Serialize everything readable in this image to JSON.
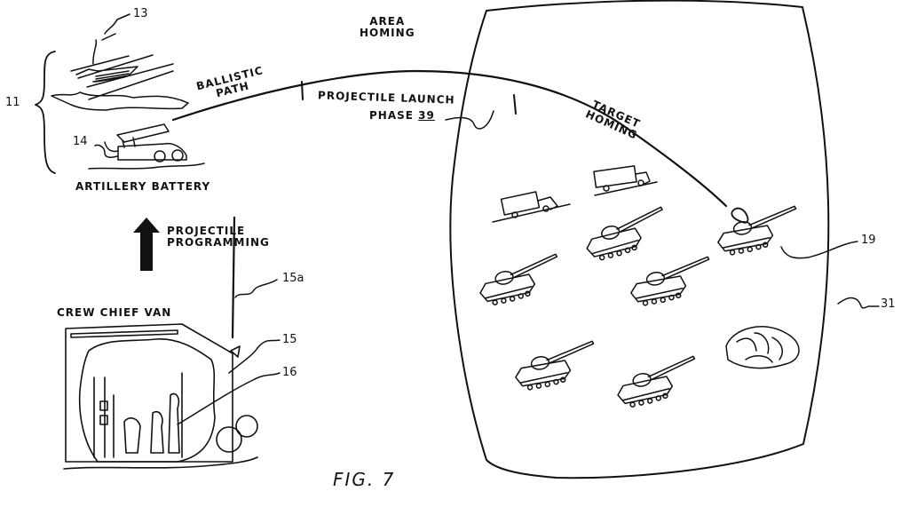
{
  "figure": {
    "caption": "FIG. 7",
    "type": "patent-drawing",
    "ink_color": "#111111",
    "paper_color": "#ffffff"
  },
  "labels": {
    "ballistic_path": [
      "BALLISTIC",
      "PATH"
    ],
    "area_homing": [
      "AREA",
      "HOMING"
    ],
    "projectile_launch": "PROJECTILE LAUNCH",
    "phase_prefix": "PHASE",
    "phase_number": "39",
    "target_homing": [
      "TARGET",
      "HOMING"
    ],
    "artillery_battery": "ARTILLERY BATTERY",
    "projectile_programming": [
      "PROJECTILE",
      "PROGRAMMING"
    ],
    "crew_chief_van": "CREW CHIEF VAN"
  },
  "reference_numerals": {
    "battery_group": "11",
    "gun": "13",
    "launcher_vehicle": "14",
    "van": "15",
    "antenna": "15a",
    "crew": "16",
    "target_tank": "19",
    "target_area": "31"
  },
  "objects": {
    "targets_area": [
      "truck",
      "truck",
      "tank",
      "tank",
      "tank",
      "tank",
      "tank",
      "tank-target",
      "crater"
    ],
    "projectile": "projectile-nose-cone"
  }
}
